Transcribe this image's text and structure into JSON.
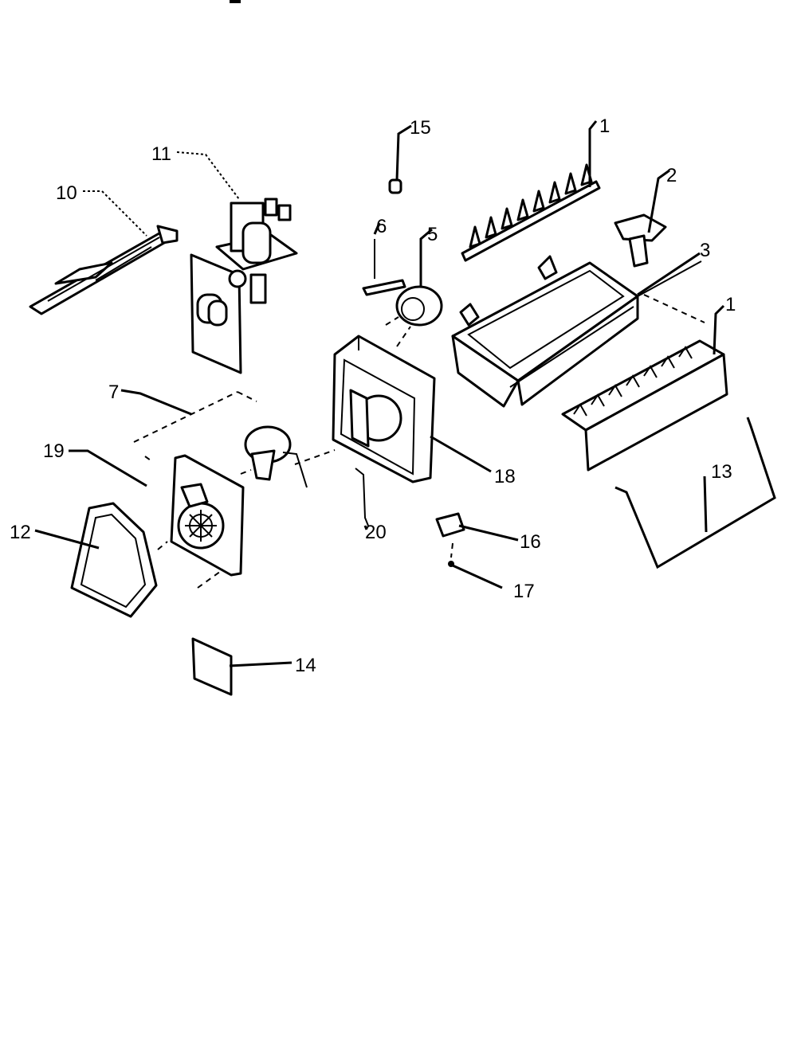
{
  "labels": {
    "p1a": "1",
    "p1b": "1",
    "p2": "2",
    "p3": "3",
    "p5": "5",
    "p6": "6",
    "p7": "7",
    "p10": "10",
    "p11": "11",
    "p12": "12",
    "p13": "13",
    "p14": "14",
    "p15": "15",
    "p16": "16",
    "p17": "17",
    "p18": "18",
    "p19": "19",
    "p20": "20"
  }
}
